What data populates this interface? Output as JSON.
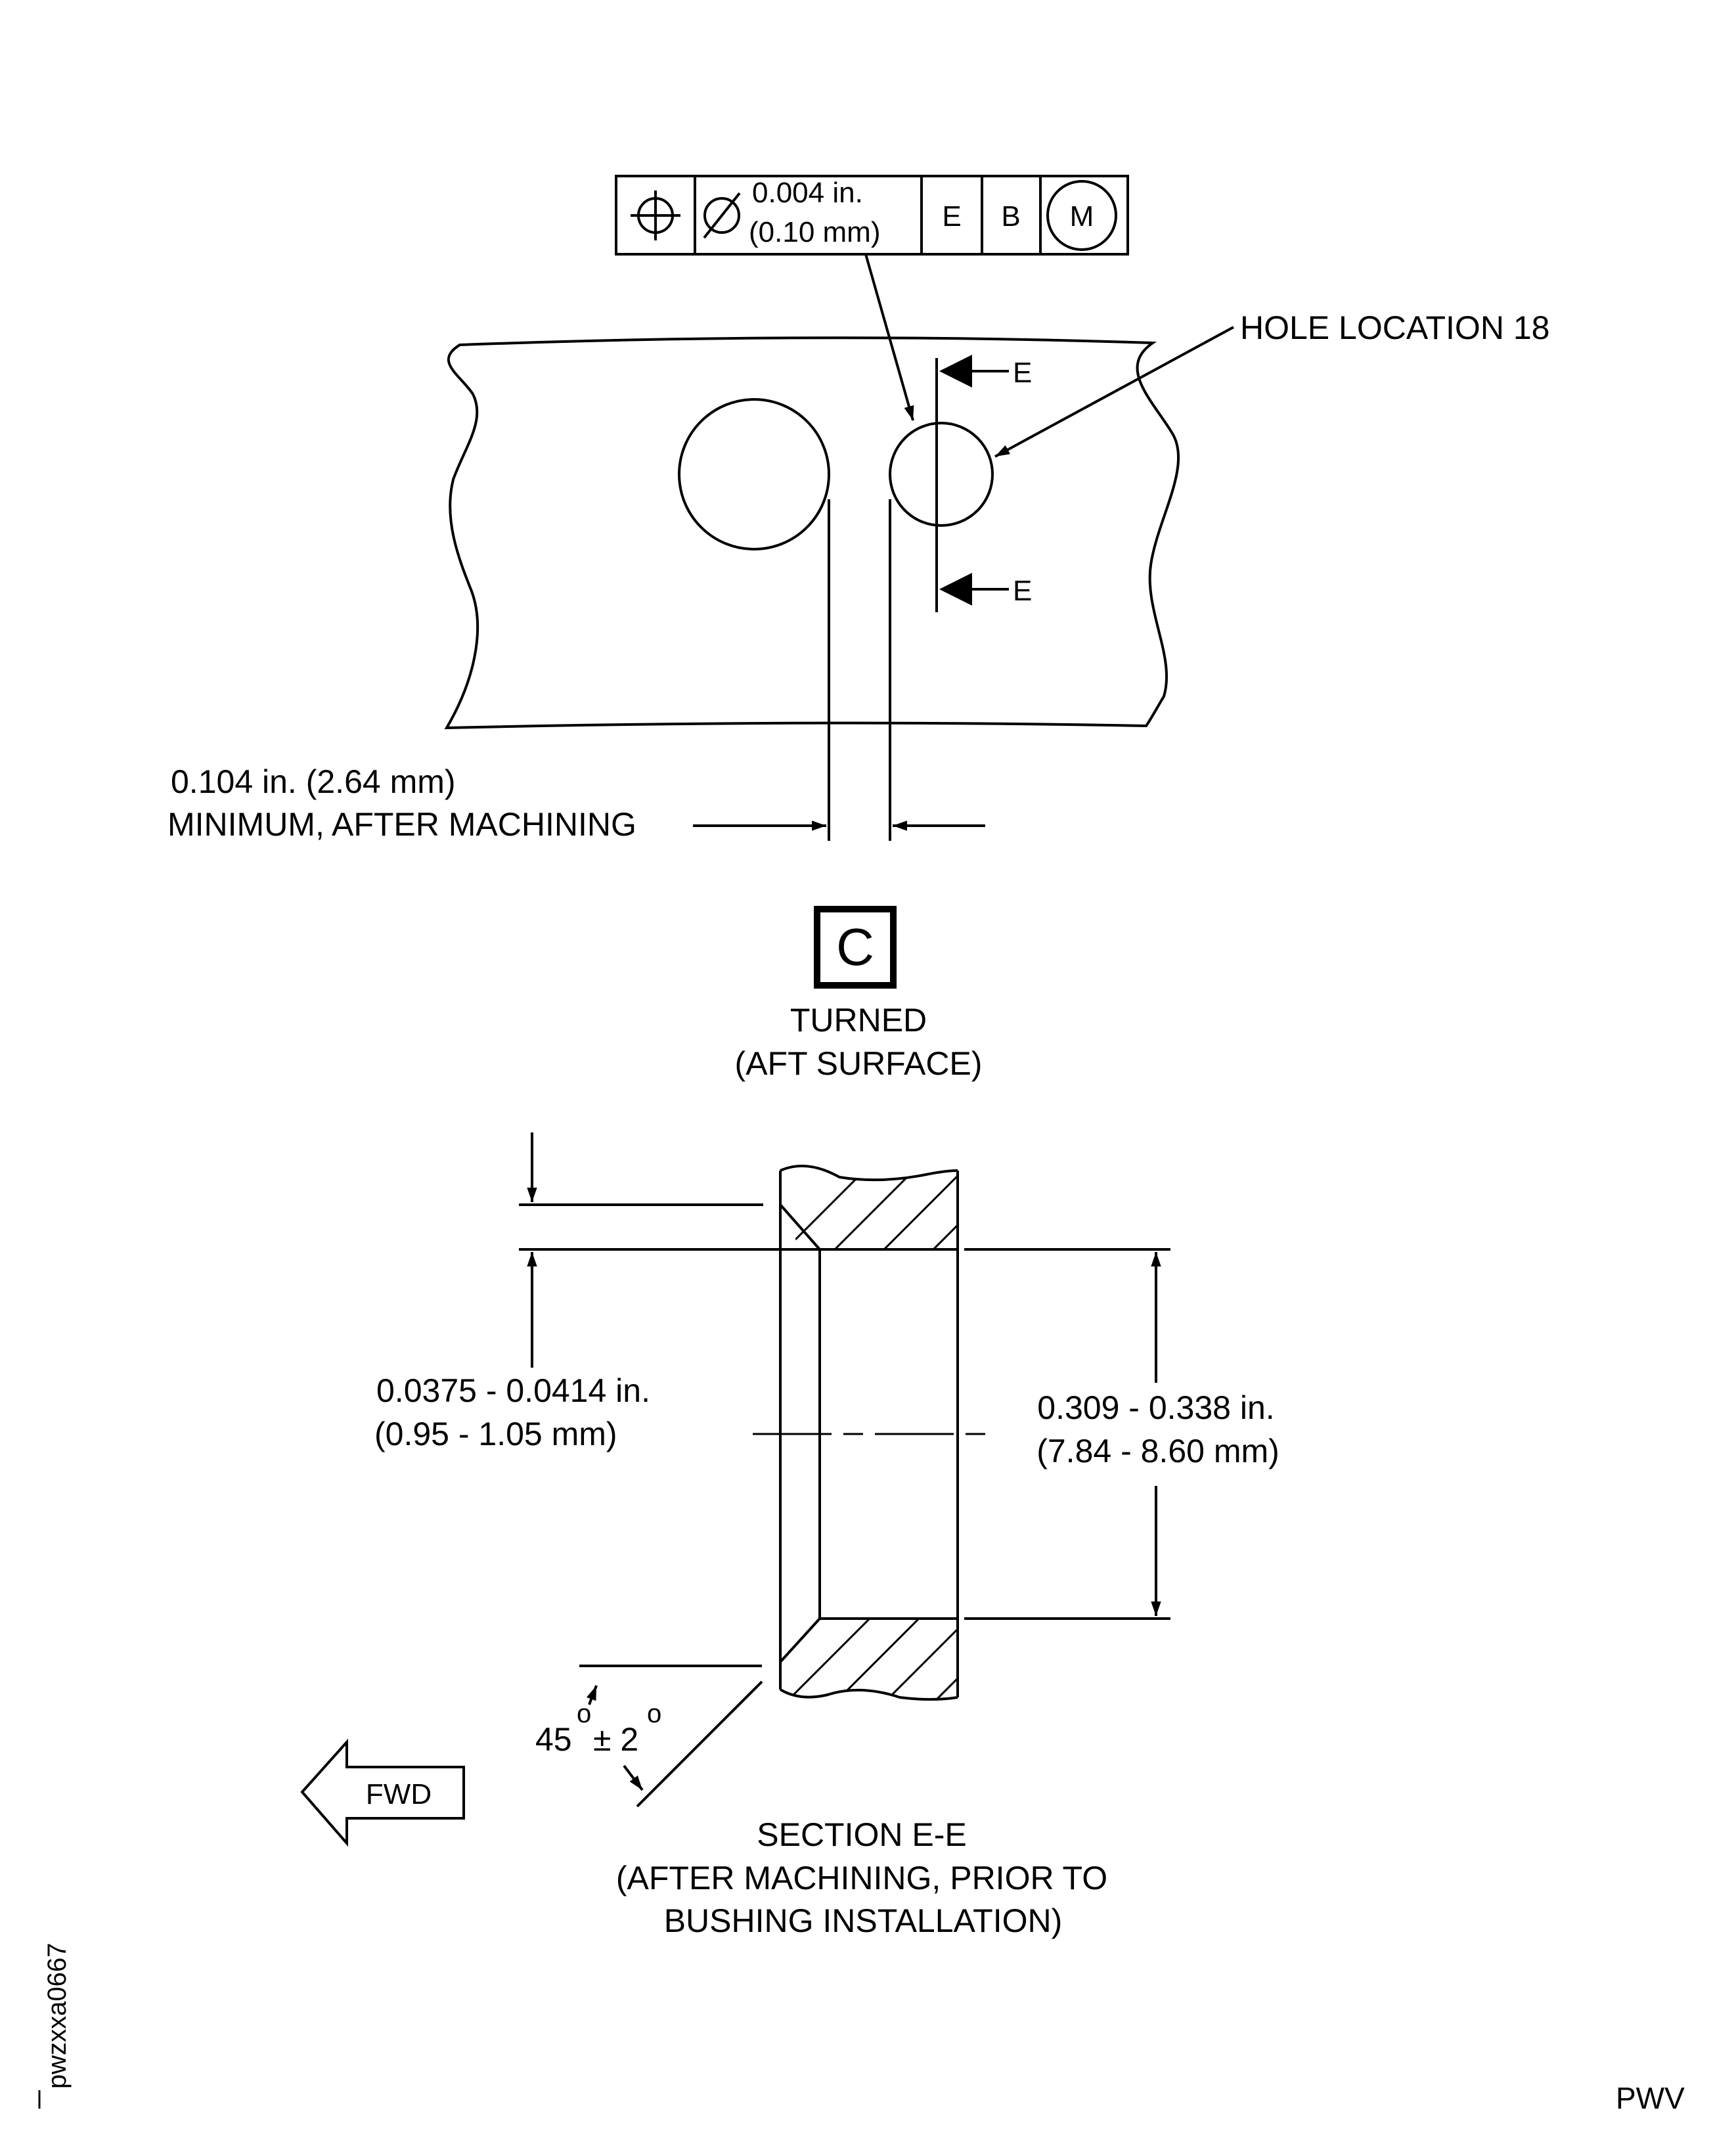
{
  "fcf": {
    "diameter_in": "0.004 in.",
    "diameter_mm": "(0.10 mm)",
    "datum_1": "E",
    "datum_2": "B",
    "modifier": "M"
  },
  "hole_callout": "HOLE LOCATION 18",
  "section_letter_top": "E",
  "section_letter_bottom": "E",
  "edge_dist_line1": "0.104 in. (2.64 mm)",
  "edge_dist_line2": "MINIMUM, AFTER MACHINING",
  "surface_symbol": "C",
  "surface_line1": "TURNED",
  "surface_line2": "(AFT SURFACE)",
  "chamfer_depth_line1": "0.0375 - 0.0414 in.",
  "chamfer_depth_line2": "(0.95 - 1.05 mm)",
  "bore_dia_line1": "0.309 - 0.338 in.",
  "bore_dia_line2": "(7.84 - 8.60 mm)",
  "angle_value": "45",
  "angle_tol": "± 2",
  "degree_mark": "o",
  "fwd_label": "FWD",
  "section_line1": "SECTION E-E",
  "section_line2": "(AFTER MACHINING, PRIOR TO",
  "section_line3": "BUSHING INSTALLATION)",
  "figure_id": "pwzxxa0667",
  "source_code": "PWV"
}
